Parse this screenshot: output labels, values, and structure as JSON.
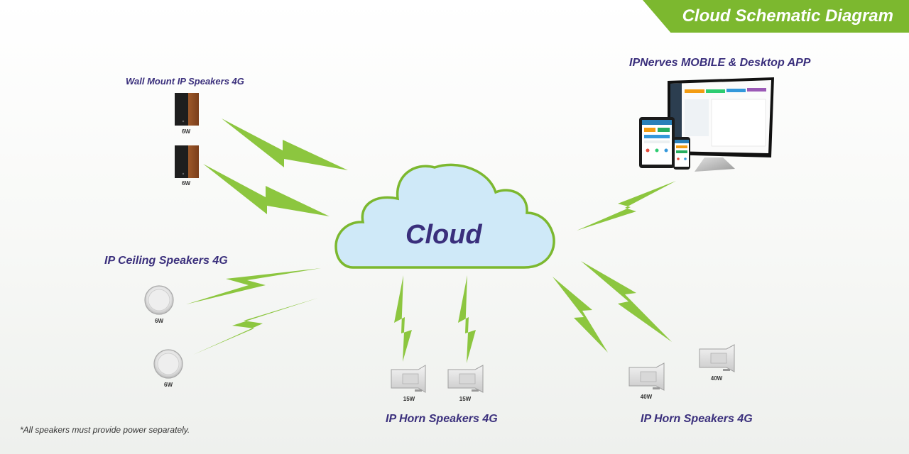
{
  "banner": {
    "title": "Cloud Schematic Diagram"
  },
  "cloud": {
    "label": "Cloud"
  },
  "groups": {
    "wall": {
      "label": "Wall Mount IP Speakers 4G",
      "watts": [
        "6W",
        "6W"
      ]
    },
    "app": {
      "label": "IPNerves MOBILE & Desktop APP"
    },
    "ceiling": {
      "label": "IP Ceiling Speakers 4G",
      "watts": [
        "6W",
        "6W"
      ]
    },
    "horn_left": {
      "label": "IP Horn Speakers 4G",
      "watts": [
        "15W",
        "15W"
      ]
    },
    "horn_right": {
      "label": "IP Horn Speakers 4G",
      "watts": [
        "40W",
        "40W"
      ]
    }
  },
  "footnote": "*All speakers must provide power separately.",
  "colors": {
    "accent_green": "#7cb82f",
    "bolt_green": "#8cc63f",
    "label_purple": "#3a2f7c",
    "cloud_fill": "#cfe9f8",
    "cloud_stroke": "#7cb82f"
  }
}
